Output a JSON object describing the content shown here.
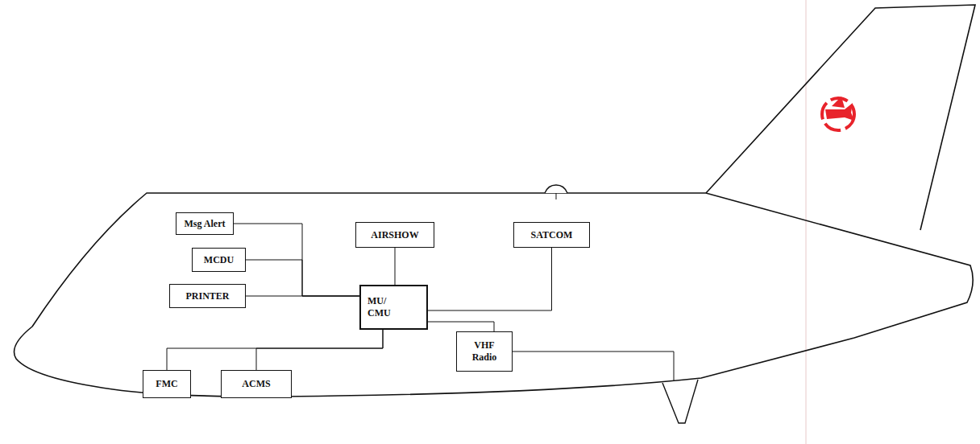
{
  "diagram": {
    "nodes": [
      {
        "text": [
          "Msg Alert"
        ]
      },
      {
        "text": [
          "MCDU"
        ]
      },
      {
        "text": [
          "PRINTER"
        ]
      },
      {
        "text": [
          "AIRSHOW"
        ]
      },
      {
        "text": [
          "SATCOM"
        ]
      },
      {
        "text": [
          "MU/ CMU"
        ]
      },
      {
        "text": [
          "FMC"
        ]
      },
      {
        "text": [
          "ACMS"
        ]
      },
      {
        "text": [
          "VHF Radio"
        ]
      }
    ],
    "edges": [
      {
        "from": 0,
        "to": 5,
        "arrow": "none"
      },
      {
        "from": 1,
        "to": 5,
        "arrow": "none"
      },
      {
        "from": 2,
        "to": 5,
        "arrow": "none"
      },
      {
        "from": 3,
        "to": 5,
        "arrow": "none"
      },
      {
        "from": 4,
        "to": 5,
        "arrow": "none"
      },
      {
        "from": 6,
        "to": 5,
        "arrow": "none"
      },
      {
        "from": 7,
        "to": 5,
        "arrow": "none"
      },
      {
        "from": 8,
        "to": 5,
        "arrow": "none"
      }
    ]
  }
}
